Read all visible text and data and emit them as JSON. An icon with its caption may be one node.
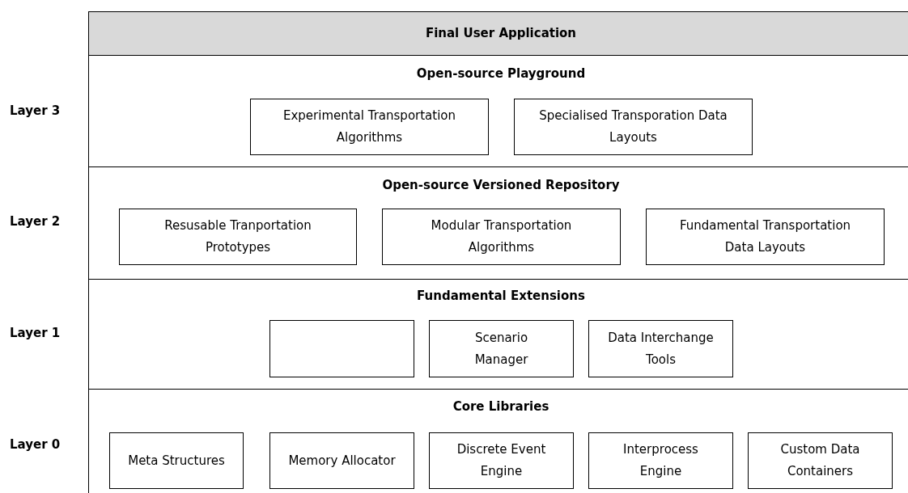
{
  "diagram": {
    "nodes": [
      {
        "text": [
          "Final User Application"
        ]
      },
      {
        "text": [
          "Open-source Playground"
        ]
      },
      {
        "text": [
          "Experimental Transportation Algorithms"
        ],
        "in": 1
      },
      {
        "text": [
          "Specialised Transporation Data Layouts"
        ],
        "in": 1
      },
      {
        "text": [
          "Open-source Versioned Repository"
        ]
      },
      {
        "text": [
          "Resusable Tranportation Prototypes"
        ],
        "in": 4
      },
      {
        "text": [
          "Modular Transportation Algorithms"
        ],
        "in": 4
      },
      {
        "text": [
          "Fundamental Transportation Data Layouts"
        ],
        "in": 4
      },
      {
        "text": [
          "Fundamental Extensions"
        ]
      },
      {
        "text": [],
        "shape": "box",
        "in": 8
      },
      {
        "text": [
          "Scenario Manager"
        ],
        "in": 8
      },
      {
        "text": [
          "Data Interchange Tools"
        ],
        "in": 8
      },
      {
        "text": [
          "Core Libraries"
        ]
      },
      {
        "text": [
          "Meta Structures"
        ],
        "in": 12
      },
      {
        "text": [
          "Memory Allocator"
        ],
        "in": 12
      },
      {
        "text": [
          "Discrete Event Engine"
        ],
        "in": 12
      },
      {
        "text": [
          "Interprocess Engine"
        ],
        "in": 12
      },
      {
        "text": [
          "Custom Data Containers"
        ],
        "in": 12
      }
    ],
    "labels": [
      "Layer 3",
      "Layer 2",
      "Layer 1",
      "Layer 0"
    ]
  }
}
